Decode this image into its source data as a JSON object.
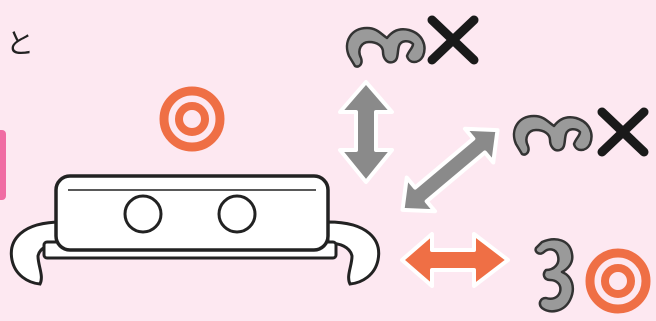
{
  "texts": {
    "partial_char": "と"
  },
  "colors": {
    "background": "#fde8f1",
    "arrow_good": "#ef6f45",
    "arrow_bad": "#8a8a8a",
    "mark_good": "#ef6f45",
    "mark_bad": "#1a1a1a",
    "device_fill": "#ffffff",
    "device_stroke": "#222222",
    "clip": "#9a9a9a",
    "tab": "#f06ca3"
  },
  "icons": {
    "correct": "double-circle-icon",
    "incorrect": "cross-icon",
    "clip": "hook-clip-icon"
  },
  "marks": {
    "top_centre": "correct",
    "vertical_clip": "incorrect",
    "diagonal_clip": "incorrect",
    "horizontal_clip": "correct"
  }
}
